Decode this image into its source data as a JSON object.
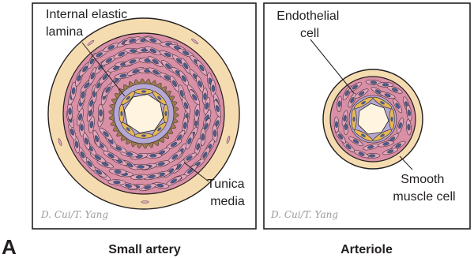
{
  "panel_letter": "A",
  "panels": [
    {
      "caption": "Small artery",
      "signature": "D. Cui/T. Yang",
      "labels": {
        "internal_elastic_lamina": [
          "Internal elastic",
          "lamina"
        ],
        "tunica_media": [
          "Tunica",
          "media"
        ]
      }
    },
    {
      "caption": "Arteriole",
      "signature": "D. Cui/T. Yang",
      "labels": {
        "endothelial_cell": [
          "Endothelial",
          "cell"
        ],
        "smooth_muscle_cell": [
          "Smooth",
          "muscle cell"
        ]
      }
    }
  ],
  "colors": {
    "adventitia": "#f5dcb0",
    "media": "#d98fa6",
    "muscle_cell": "#e1a5bb",
    "nucleus": "#4b5b8c",
    "elastic_lamina": "#b5a8d4",
    "elastic_wavy": "#9a7b4f",
    "endothelium": "#e6b85a",
    "lumen": "#fff4df",
    "outline": "#231f20"
  }
}
